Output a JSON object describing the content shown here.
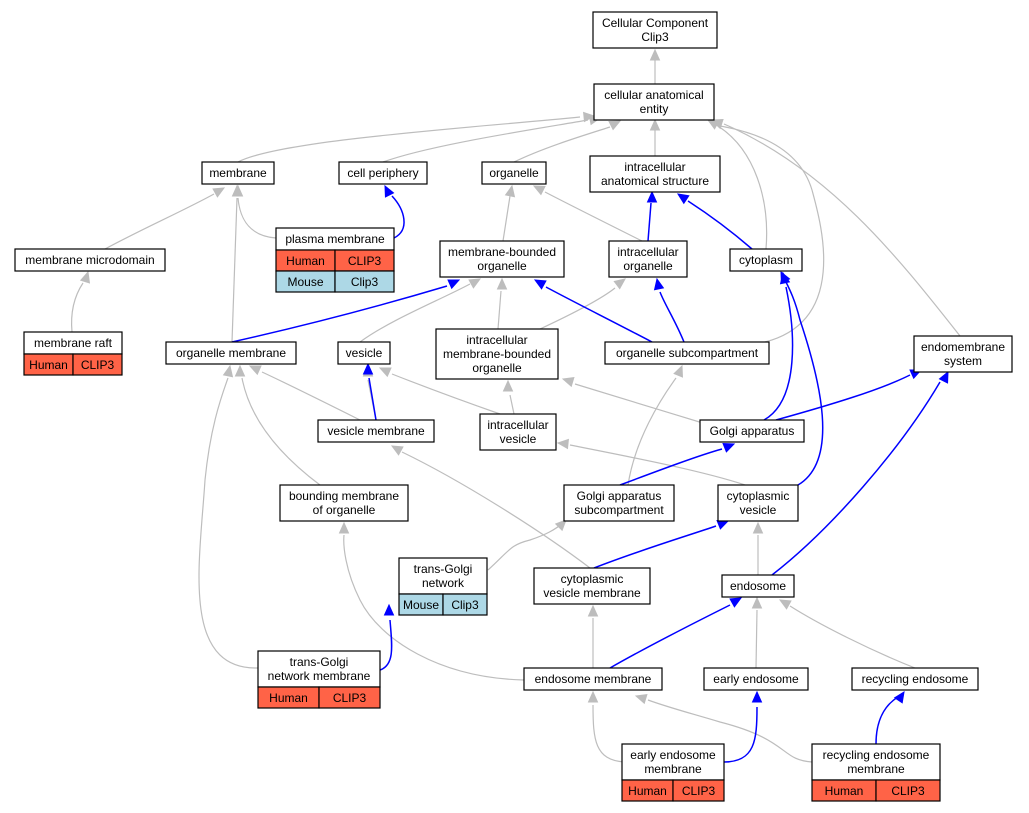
{
  "colors": {
    "is_a_edge": "#bdbdbd",
    "part_of_edge": "#0000ff",
    "human": "#ff6347",
    "mouse": "#add8e6",
    "node_border": "#000000",
    "node_fill": "#ffffff"
  },
  "nodes": {
    "cellular_component": {
      "lines": [
        "Cellular Component",
        "Clip3"
      ]
    },
    "cellular_anatomical_entity": {
      "lines": [
        "cellular anatomical",
        "entity"
      ]
    },
    "membrane": {
      "lines": [
        "membrane"
      ]
    },
    "cell_periphery": {
      "lines": [
        "cell periphery"
      ]
    },
    "organelle": {
      "lines": [
        "organelle"
      ]
    },
    "intracellular_anatomical_structure": {
      "lines": [
        "intracellular",
        "anatomical structure"
      ]
    },
    "membrane_microdomain": {
      "lines": [
        "membrane microdomain"
      ]
    },
    "plasma_membrane": {
      "lines": [
        "plasma membrane"
      ],
      "annotations": [
        [
          "Human",
          "CLIP3"
        ],
        [
          "Mouse",
          "Clip3"
        ]
      ]
    },
    "membrane_bounded_organelle": {
      "lines": [
        "membrane-bounded",
        "organelle"
      ]
    },
    "intracellular_organelle": {
      "lines": [
        "intracellular",
        "organelle"
      ]
    },
    "cytoplasm": {
      "lines": [
        "cytoplasm"
      ]
    },
    "membrane_raft": {
      "lines": [
        "membrane raft"
      ],
      "annotations": [
        [
          "Human",
          "CLIP3"
        ]
      ]
    },
    "organelle_membrane": {
      "lines": [
        "organelle membrane"
      ]
    },
    "vesicle": {
      "lines": [
        "vesicle"
      ]
    },
    "intracellular_membrane_bounded_organelle": {
      "lines": [
        "intracellular",
        "membrane-bounded",
        "organelle"
      ]
    },
    "organelle_subcompartment": {
      "lines": [
        "organelle subcompartment"
      ]
    },
    "endomembrane_system": {
      "lines": [
        "endomembrane",
        "system"
      ]
    },
    "vesicle_membrane": {
      "lines": [
        "vesicle membrane"
      ]
    },
    "intracellular_vesicle": {
      "lines": [
        "intracellular",
        "vesicle"
      ]
    },
    "golgi_apparatus": {
      "lines": [
        "Golgi apparatus"
      ]
    },
    "bounding_membrane_of_organelle": {
      "lines": [
        "bounding membrane",
        "of organelle"
      ]
    },
    "golgi_apparatus_subcompartment": {
      "lines": [
        "Golgi apparatus",
        "subcompartment"
      ]
    },
    "cytoplasmic_vesicle": {
      "lines": [
        "cytoplasmic",
        "vesicle"
      ]
    },
    "trans_golgi_network": {
      "lines": [
        "trans-Golgi",
        "network"
      ],
      "annotations": [
        [
          "Mouse",
          "Clip3"
        ]
      ]
    },
    "cytoplasmic_vesicle_membrane": {
      "lines": [
        "cytoplasmic",
        "vesicle membrane"
      ]
    },
    "endosome": {
      "lines": [
        "endosome"
      ]
    },
    "trans_golgi_network_membrane": {
      "lines": [
        "trans-Golgi",
        "network membrane"
      ],
      "annotations": [
        [
          "Human",
          "CLIP3"
        ]
      ]
    },
    "endosome_membrane": {
      "lines": [
        "endosome membrane"
      ]
    },
    "early_endosome": {
      "lines": [
        "early endosome"
      ]
    },
    "recycling_endosome": {
      "lines": [
        "recycling endosome"
      ]
    },
    "early_endosome_membrane": {
      "lines": [
        "early endosome",
        "membrane"
      ],
      "annotations": [
        [
          "Human",
          "CLIP3"
        ]
      ]
    },
    "recycling_endosome_membrane": {
      "lines": [
        "recycling endosome",
        "membrane"
      ],
      "annotations": [
        [
          "Human",
          "CLIP3"
        ]
      ]
    }
  }
}
